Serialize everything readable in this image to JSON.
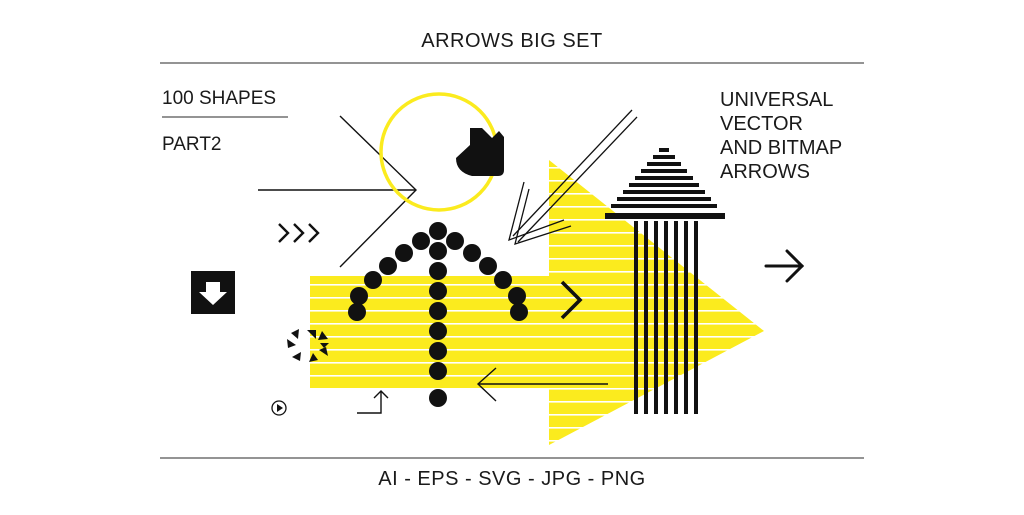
{
  "header": {
    "title": "ARROWS BIG SET"
  },
  "left_panel": {
    "count_label": "100 SHAPES",
    "part_label": "PART2"
  },
  "right_panel": {
    "lines": [
      "UNIVERSAL",
      "VECTOR",
      "AND BITMAP",
      "ARROWS"
    ]
  },
  "footer": {
    "formats": "AI  -  EPS  -  SVG  -  JPG  -  PNG"
  },
  "colors": {
    "accent": "#fbeb1e",
    "ink": "#111111",
    "rule": "#555555",
    "background": "#ffffff"
  },
  "icons": [
    "chevron-line-arrow-icon",
    "circle-outline-icon",
    "heart-arrow-icon",
    "double-line-arrow-icon",
    "triple-chevron-icon",
    "down-arrow-box-icon",
    "big-yellow-arrow-icon",
    "dotted-up-arrow-icon",
    "chevron-right-icon",
    "stacked-tree-arrow-icon",
    "right-arrow-icon",
    "converging-arrows-icon",
    "thin-left-arrow-icon",
    "corner-up-arrow-icon",
    "play-circle-icon"
  ]
}
